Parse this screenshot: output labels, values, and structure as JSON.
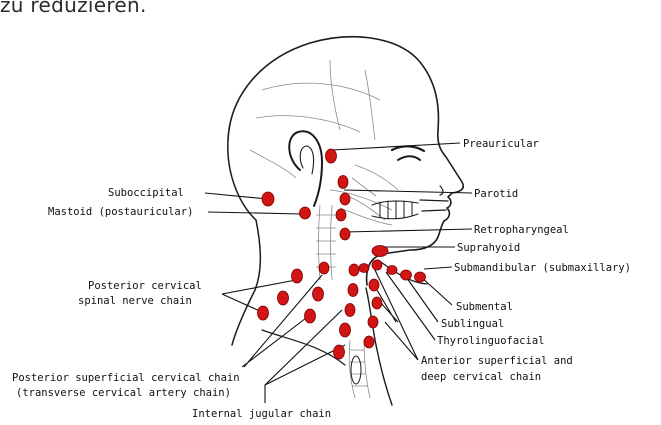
{
  "top_text": "zu reduzieren.",
  "colors": {
    "node": "#d11414",
    "node_edge": "#7a0000",
    "line": "#111111",
    "sketch": "#1b1b1b"
  },
  "labels": {
    "preauricular": "Preauricular",
    "parotid": "Parotid",
    "suboccipital": "Suboccipital",
    "mastoid": "Mastoid (postauricular)",
    "retropharyngeal": "Retropharyngeal",
    "suprahyoid": "Suprahyoid",
    "submandibular": "Submandibular (submaxillary)",
    "posterior_cervical_1": "Posterior cervical",
    "posterior_cervical_2": "spinal nerve chain",
    "submental": "Submental",
    "sublingual": "Sublingual",
    "thyrolinguofacial": "Thyrolinguofacial",
    "anterior_superficial_1": "Anterior superficial and",
    "anterior_superficial_2": "deep cervical chain",
    "posterior_superficial_1": "Posterior superficial cervical chain",
    "posterior_superficial_2": "(transverse cervical artery chain)",
    "internal_jugular": "Internal jugular chain"
  }
}
